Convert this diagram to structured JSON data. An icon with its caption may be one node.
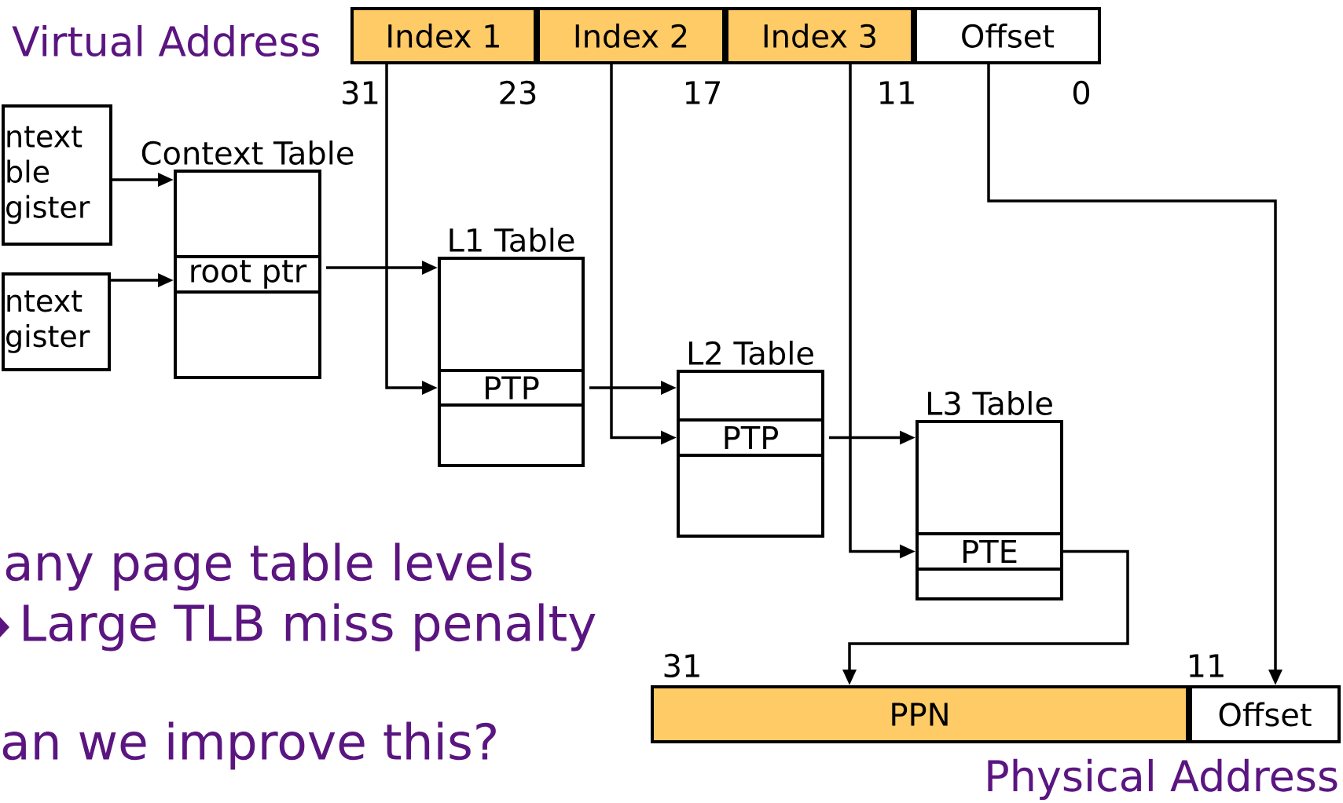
{
  "diagram": {
    "nodes": [
      {
        "text": [
          "Index 1"
        ]
      },
      {
        "text": [
          "Index 2"
        ]
      },
      {
        "text": [
          "Index 3"
        ]
      },
      {
        "text": [
          "Offset"
        ]
      },
      {
        "text": [
          "ntext ble gister"
        ]
      },
      {
        "text": [
          "ntext gister"
        ]
      },
      {
        "text": [
          "Context Table"
        ]
      },
      {
        "text": [
          "root ptr"
        ],
        "in": 6
      },
      {
        "text": [
          "L1 Table"
        ]
      },
      {
        "text": [
          "PTP"
        ],
        "in": 8
      },
      {
        "text": [
          "L2 Table"
        ]
      },
      {
        "text": [
          "PTP"
        ],
        "in": 10
      },
      {
        "text": [
          "L3 Table"
        ]
      },
      {
        "text": [
          "PTE"
        ],
        "in": 12
      },
      {
        "text": [
          "PPN"
        ]
      },
      {
        "text": [
          "Offset"
        ]
      }
    ],
    "edges": [
      {
        "from": 4,
        "to": 6,
        "arrow": "to"
      },
      {
        "from": 5,
        "to": 7,
        "arrow": "to"
      },
      {
        "from": 7,
        "to": 8,
        "arrow": "to"
      },
      {
        "from": 0,
        "to": 9,
        "arrow": "to"
      },
      {
        "from": 9,
        "to": 10,
        "arrow": "to"
      },
      {
        "from": 1,
        "to": 11,
        "arrow": "to"
      },
      {
        "from": 11,
        "to": 12,
        "arrow": "to"
      },
      {
        "from": 2,
        "to": 13,
        "arrow": "to"
      },
      {
        "from": 13,
        "to": 14,
        "arrow": "to"
      },
      {
        "from": 3,
        "to": 15,
        "arrow": "to"
      }
    ],
    "labels": [
      "Virtual Address",
      "31",
      "23",
      "17",
      "11",
      "0",
      "any page table levels",
      "Large TLB miss penalty",
      "31",
      "11",
      "an we improve this?",
      "Physical Address"
    ]
  }
}
